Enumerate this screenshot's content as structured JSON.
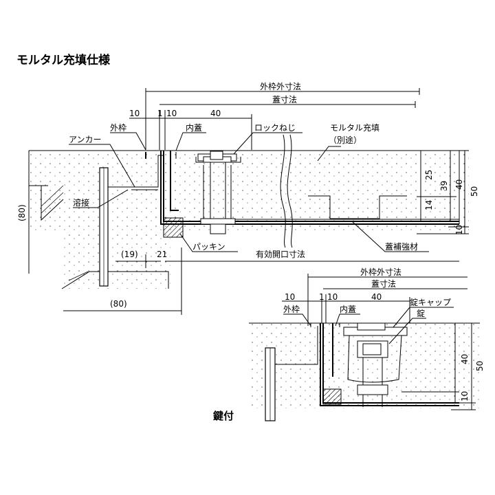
{
  "title": "モルタル充填仕様",
  "top": {
    "outer_frame_outer_dim": "外枠外寸法",
    "lid_dim": "蓋寸法",
    "dim_10a": "10",
    "dim_1": "1",
    "dim_10b": "10",
    "dim_40": "40",
    "outer_frame": "外枠",
    "inner_lid": "内蓋",
    "lock_screw": "ロックねじ",
    "mortar_fill": "モルタル充填",
    "separate": "（別途）",
    "anchor": "アンカー",
    "welding": "溶接",
    "dim_80_side": "(80)",
    "dim_25": "25",
    "dim_39": "39",
    "dim_40r": "40",
    "dim_50": "50",
    "dim_14": "14",
    "dim_10r": "10",
    "packing": "パッキン",
    "lid_reinforcement": "蓋補強材",
    "effective_opening": "有効開口寸法",
    "dim_19": "(19)",
    "dim_21": "21",
    "dim_80_bottom": "(80)"
  },
  "bottom": {
    "outer_frame_outer_dim": "外枠外寸法",
    "lid_dim": "蓋寸法",
    "dim_10a": "10",
    "dim_1": "1",
    "dim_10b": "10",
    "dim_40": "40",
    "outer_frame": "外枠",
    "inner_lid": "内蓋",
    "lock_cap": "錠キャップ",
    "lock": "錠",
    "dim_40r": "40",
    "dim_50": "50",
    "dim_10r": "10",
    "locked": "鍵付"
  }
}
